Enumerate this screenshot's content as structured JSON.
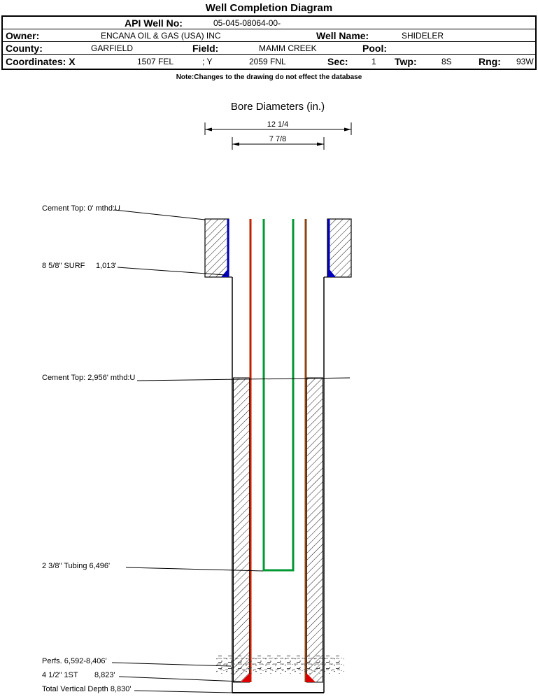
{
  "title": "Well Completion Diagram",
  "header": {
    "api_label": "API Well No:",
    "api_value": "05-045-08064-00-",
    "owner_label": "Owner:",
    "owner_value": "ENCANA OIL & GAS (USA) INC",
    "well_name_label": "Well Name:",
    "well_name_value": "SHIDELER",
    "county_label": "County:",
    "county_value": "GARFIELD",
    "field_label": "Field:",
    "field_value": "MAMM CREEK",
    "pool_label": "Pool:",
    "pool_value": "",
    "coordinates_label": "Coordinates: X",
    "coord_x_value": "1507 FEL",
    "coord_y_label": "; Y",
    "coord_y_value": "2059 FNL",
    "sec_label": "Sec:",
    "sec_value": "1",
    "twp_label": "Twp:",
    "twp_value": "8S",
    "rng_label": "Rng:",
    "rng_value": "93W",
    "note": "Note:Changes to the drawing do not effect the database"
  },
  "diagram": {
    "bore_title": "Bore Diameters (in.)",
    "dim_outer": "12 1/4",
    "dim_inner": "7 7/8",
    "labels": {
      "cement_top_surface": "Cement Top: 0' mthd:U",
      "surface_casing": "8 5/8\" SURF",
      "surface_casing_depth": "1,013'",
      "cement_top_production": "Cement Top: 2,956' mthd:U",
      "tubing": "2 3/8\" Tubing 6,496'",
      "perfs": "Perfs. 6,592-8,406'",
      "production_casing": "4 1/2\" 1ST",
      "production_casing_depth": "8,823'",
      "total_depth": "Total Vertical Depth 8,830'"
    },
    "colors": {
      "surface_casing": "#0000bb",
      "production_casing_left": "#c02000",
      "production_casing_right": "#8b4513",
      "tubing": "#009933",
      "shoe": "#dd0000"
    }
  }
}
